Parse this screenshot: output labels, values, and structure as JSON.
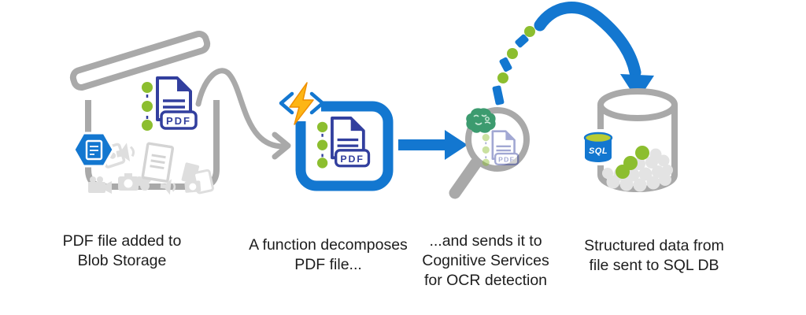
{
  "diagram": {
    "captions": {
      "step1": "PDF file added to\nBlob Storage",
      "step2": "A function decomposes\nPDF file...",
      "step3": "...and sends it to\nCognitive Services\nfor OCR detection",
      "step4": "Structured data from\nfile sent to SQL DB"
    },
    "icon_labels": {
      "pdf_badge": "PDF",
      "sql_label": "SQL"
    },
    "colors": {
      "azure_blue": "#1377d0",
      "navy": "#323f9e",
      "lime_green": "#8cbe2f",
      "gray": "#a9a9a9",
      "light_gray": "#e3e3e3",
      "junk_gray": "#dedede",
      "brain_green": "#3c9b6f",
      "brain_line": "#c8e8d6",
      "bolt_yellow": "#fdb515",
      "bolt_edge": "#ef8f00",
      "sql_top": "#b8cc33",
      "text": "#1d1d1d"
    }
  }
}
